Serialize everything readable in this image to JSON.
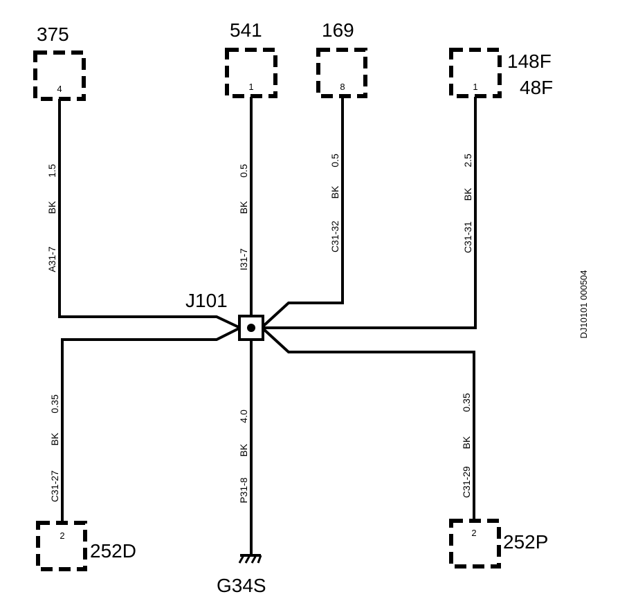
{
  "splice": {
    "label": "J101"
  },
  "ground": {
    "label": "G34S"
  },
  "reference": "DJ10101 000504",
  "connectors": {
    "c375": {
      "name": "375",
      "pin": "4"
    },
    "c541": {
      "name": "541",
      "pin": "1"
    },
    "c169": {
      "name": "169",
      "pin": "8"
    },
    "c148F": {
      "name": "148F",
      "name2": "48F",
      "pin": "1"
    },
    "c252D": {
      "name": "252D",
      "pin": "2"
    },
    "c252P": {
      "name": "252P",
      "pin": "2"
    }
  },
  "wires": {
    "w375": {
      "size": "1.5",
      "color": "BK",
      "circuit": "A31-7"
    },
    "w541": {
      "size": "0.5",
      "color": "BK",
      "circuit": "I31-7"
    },
    "w169": {
      "size": "0.5",
      "color": "BK",
      "circuit": "C31-32"
    },
    "w148F": {
      "size": "2.5",
      "color": "BK",
      "circuit": "C31-31"
    },
    "w252D": {
      "size": "0.35",
      "color": "BK",
      "circuit": "C31-27"
    },
    "wG34S": {
      "size": "4.0",
      "color": "BK",
      "circuit": "P31-8"
    },
    "w252P": {
      "size": "0.35",
      "color": "BK",
      "circuit": "C31-29"
    }
  }
}
